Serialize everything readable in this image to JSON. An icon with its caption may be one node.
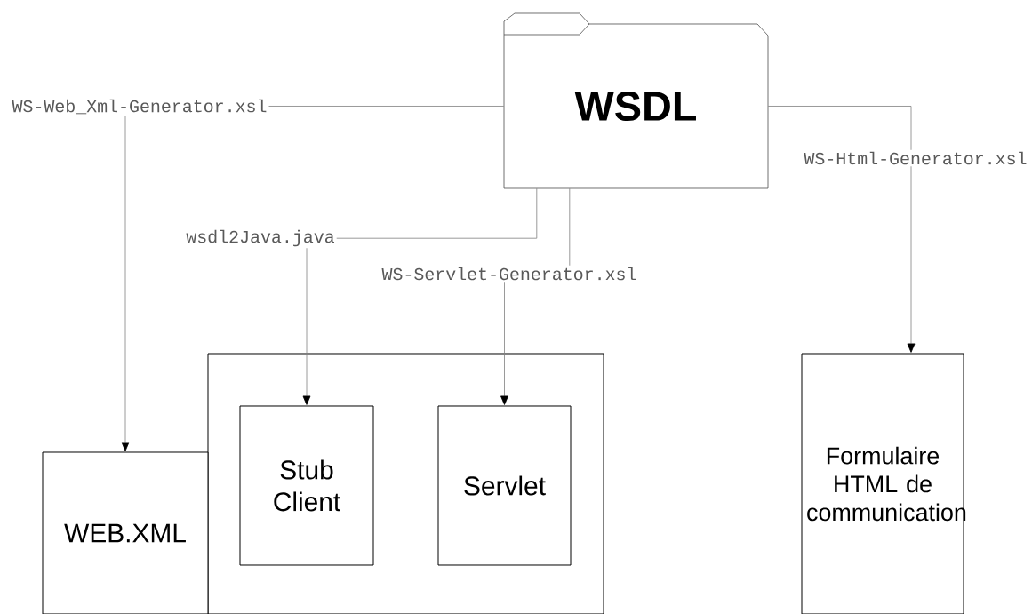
{
  "diagram": {
    "nodes": [
      {
        "text": [
          "WSDL"
        ]
      },
      {
        "text": [],
        "shape": "box"
      },
      {
        "text": [
          "Stub Client"
        ],
        "in": 1
      },
      {
        "text": [
          "Servlet"
        ],
        "in": 1
      },
      {
        "text": [
          "WEB.XML"
        ]
      },
      {
        "text": [
          "Formulaire HTML de communication"
        ]
      }
    ],
    "edges": [
      {
        "from": 0,
        "to": 4,
        "arrow": "to",
        "label": "WS-Web_Xml-Generator.xsl"
      },
      {
        "from": 0,
        "to": 2,
        "arrow": "to",
        "label": "wsdl2Java.java"
      },
      {
        "from": 0,
        "to": 3,
        "arrow": "to",
        "label": "WS-Servlet-Generator.xsl"
      },
      {
        "from": 0,
        "to": 5,
        "arrow": "to",
        "label": "WS-Html-Generator.xsl"
      }
    ]
  }
}
